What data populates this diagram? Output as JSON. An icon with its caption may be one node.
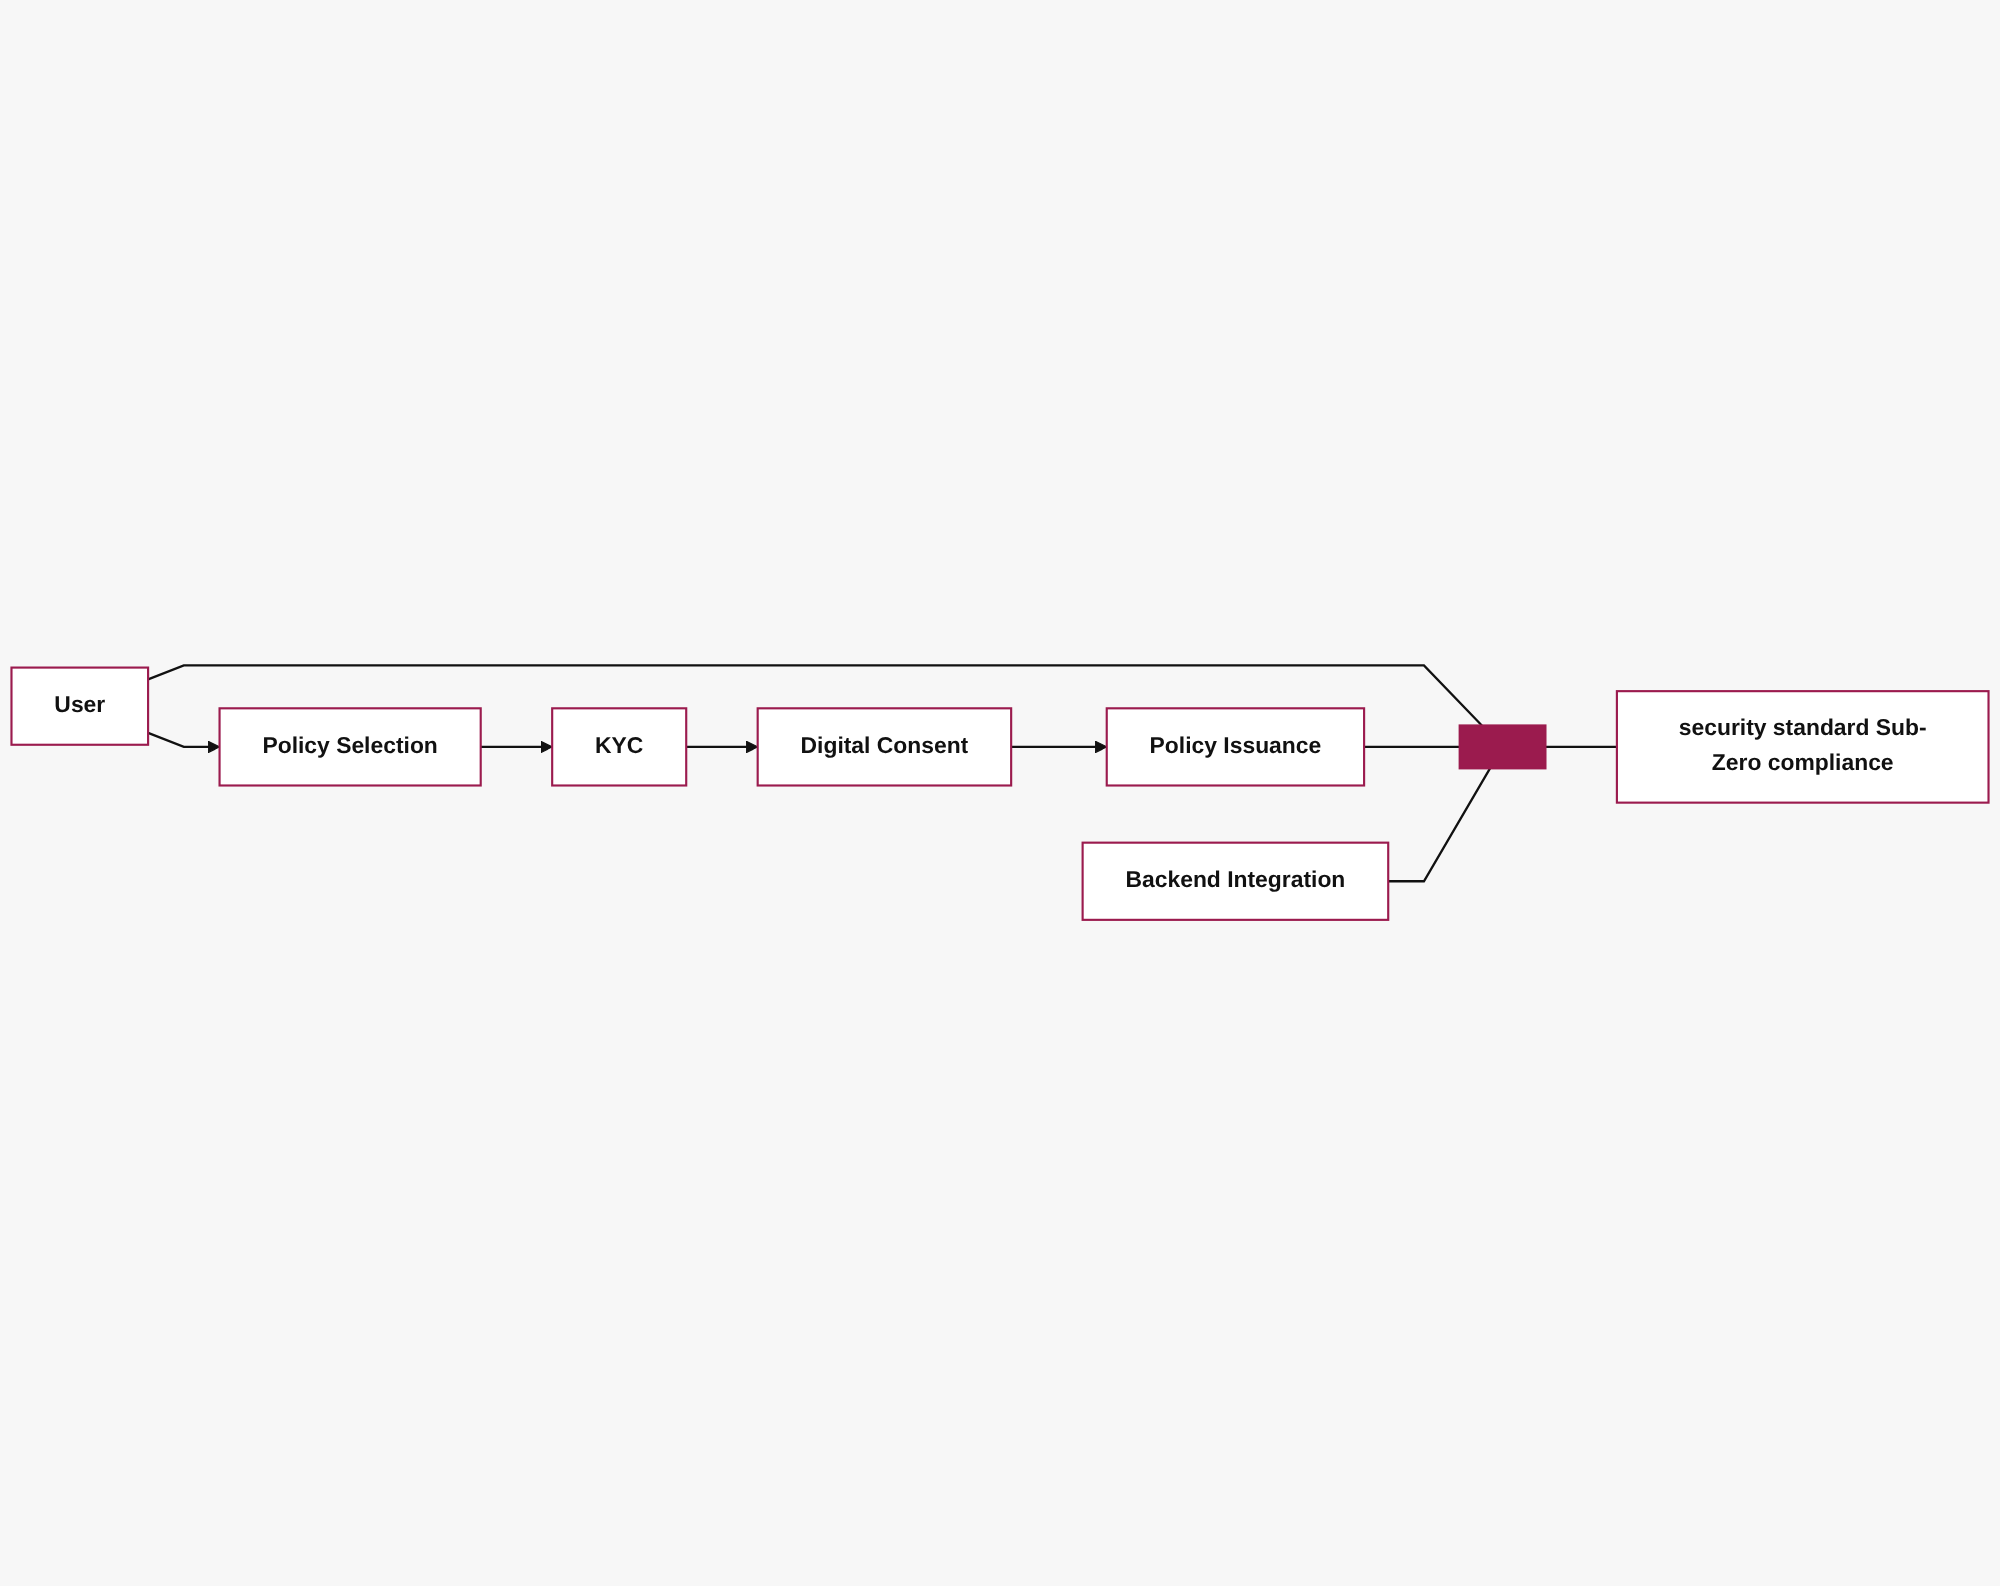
{
  "diagram": {
    "nodes": [
      {
        "text": [
          "User"
        ]
      },
      {
        "text": [
          "Policy Selection"
        ]
      },
      {
        "text": [
          "KYC"
        ]
      },
      {
        "text": [
          "Digital Consent"
        ]
      },
      {
        "text": [
          "Policy Issuance"
        ]
      },
      {
        "text": [
          "Backend Integration"
        ]
      },
      {
        "text": [],
        "shape": "box"
      },
      {
        "text": [
          "security standard Sub-Zero compliance"
        ]
      }
    ],
    "edges": [
      {
        "from": 0,
        "to": 1,
        "arrow": "to"
      },
      {
        "from": 1,
        "to": 2,
        "arrow": "to"
      },
      {
        "from": 2,
        "to": 3,
        "arrow": "to"
      },
      {
        "from": 3,
        "to": 4,
        "arrow": "to"
      },
      {
        "from": 0,
        "to": 6,
        "arrow": "none"
      },
      {
        "from": 4,
        "to": 6,
        "arrow": "none"
      },
      {
        "from": 5,
        "to": 6,
        "arrow": "none"
      },
      {
        "from": 6,
        "to": 7,
        "arrow": "none"
      }
    ]
  }
}
